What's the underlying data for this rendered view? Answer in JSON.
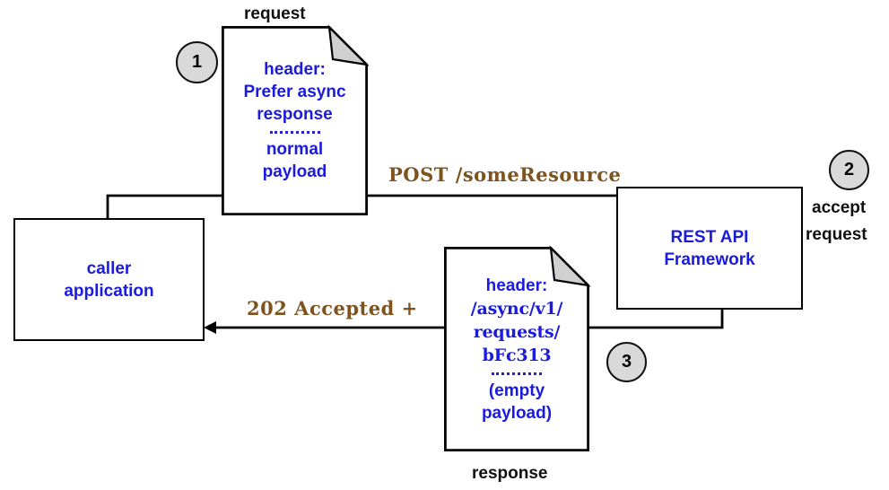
{
  "diagram": {
    "title_hidden": "Asynchronous REST request/response flow",
    "colors": {
      "text_blue": "#1b1bdd",
      "protocol_brown": "#7d5420",
      "stroke_black": "#000000",
      "circle_fill": "#d9d9d9",
      "fold_fill": "#d0d0d0"
    },
    "captions": {
      "request": "request",
      "response": "response",
      "accept_request_line1": "accept",
      "accept_request_line2": "request"
    },
    "steps": [
      {
        "number": "1"
      },
      {
        "number": "2"
      },
      {
        "number": "3"
      }
    ],
    "boxes": [
      {
        "id": "caller-application",
        "lines": [
          "caller",
          "application"
        ]
      },
      {
        "id": "rest-api-framework",
        "lines": [
          "REST API",
          "Framework"
        ]
      }
    ],
    "documents": [
      {
        "id": "request-document",
        "caption": "request",
        "header_label": "header:",
        "header_lines": [
          "Prefer async",
          "response"
        ],
        "payload_lines": [
          "normal",
          "payload"
        ],
        "header_mono": false
      },
      {
        "id": "response-document",
        "caption": "response",
        "header_label": "header:",
        "header_lines": [
          "/async/v1/",
          "requests/",
          "bFc313"
        ],
        "payload_lines": [
          "(empty",
          "payload)"
        ],
        "header_mono": true
      }
    ],
    "messages": [
      {
        "id": "request-message",
        "label": "POST /someResource"
      },
      {
        "id": "response-message",
        "label": "202 Accepted +"
      }
    ]
  }
}
